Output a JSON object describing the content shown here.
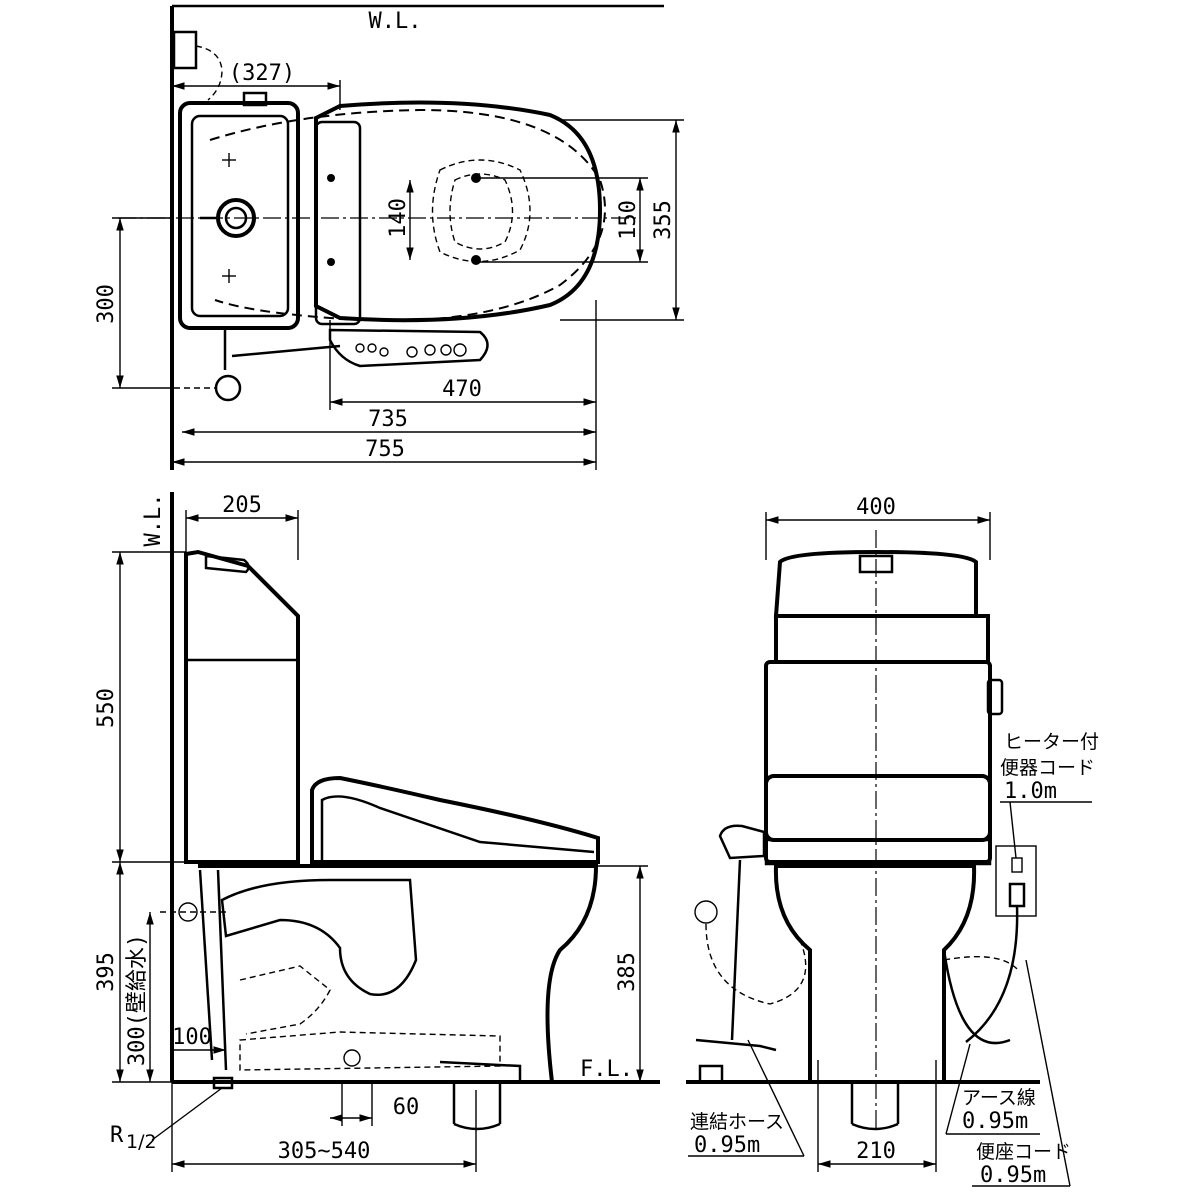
{
  "labels": {
    "wl_top": "W.L.",
    "wl_side": "W.L.",
    "fl": "F.L.",
    "r_half": "R",
    "r_half_frac": "1/2",
    "heater_cord_line1": "ヒーター付",
    "heater_cord_line2": "便器コード",
    "heater_cord_len": "1.0m",
    "ground_wire": "アース線",
    "ground_wire_len": "0.95m",
    "seat_cord": "便座コード",
    "seat_cord_len": "0.95m",
    "hose": "連結ホース",
    "hose_len": "0.95m"
  },
  "dimensions": {
    "top_327": "(327)",
    "top_140": "140",
    "top_150": "150",
    "top_355": "355",
    "top_300": "300",
    "top_470": "470",
    "top_735": "735",
    "top_755": "755",
    "side_205": "205",
    "side_550": "550",
    "side_395": "395",
    "side_300_wall": "300(壁給水)",
    "side_385": "385",
    "side_100": "100",
    "side_60": "60",
    "side_305_540": "305~540",
    "front_400": "400",
    "front_210": "210"
  }
}
